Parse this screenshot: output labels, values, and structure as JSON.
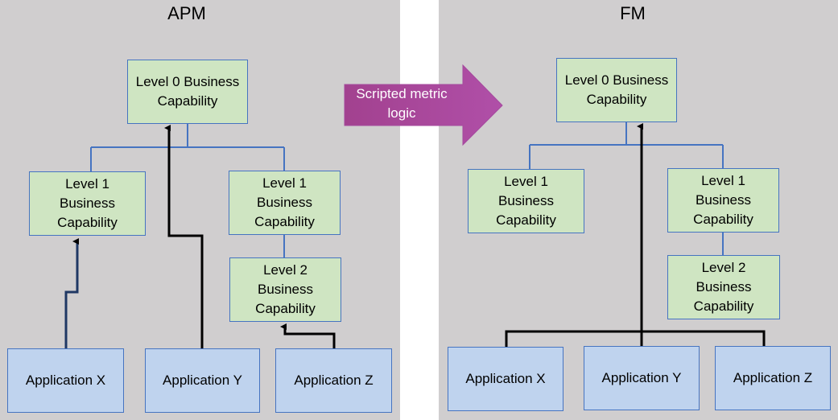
{
  "colors": {
    "panel_bg": "#d0cecf",
    "capability_fill": "#cfe5c2",
    "application_fill": "#bfd3ee",
    "box_border": "#4674c1",
    "hierarchy_line": "#4674c1",
    "mapping_line": "#000000",
    "arrow_fill": "#a54a9e"
  },
  "apm": {
    "title": "APM",
    "level0": "Level 0 Business\nCapability",
    "level1_left": "Level 1\nBusiness\nCapability",
    "level1_right": "Level 1\nBusiness\nCapability",
    "level2": "Level 2\nBusiness\nCapability",
    "apps": [
      "Application X",
      "Application Y",
      "Application Z"
    ]
  },
  "transform_arrow": {
    "label": "Scripted metric\nlogic",
    "icon": "right-block-arrow"
  },
  "fm": {
    "title": "FM",
    "level0": "Level 0 Business\nCapability",
    "level1_left": "Level 1\nBusiness\nCapability",
    "level1_right": "Level 1\nBusiness\nCapability",
    "level2": "Level 2\nBusiness\nCapability",
    "apps": [
      "Application X",
      "Application Y",
      "Application Z"
    ]
  }
}
